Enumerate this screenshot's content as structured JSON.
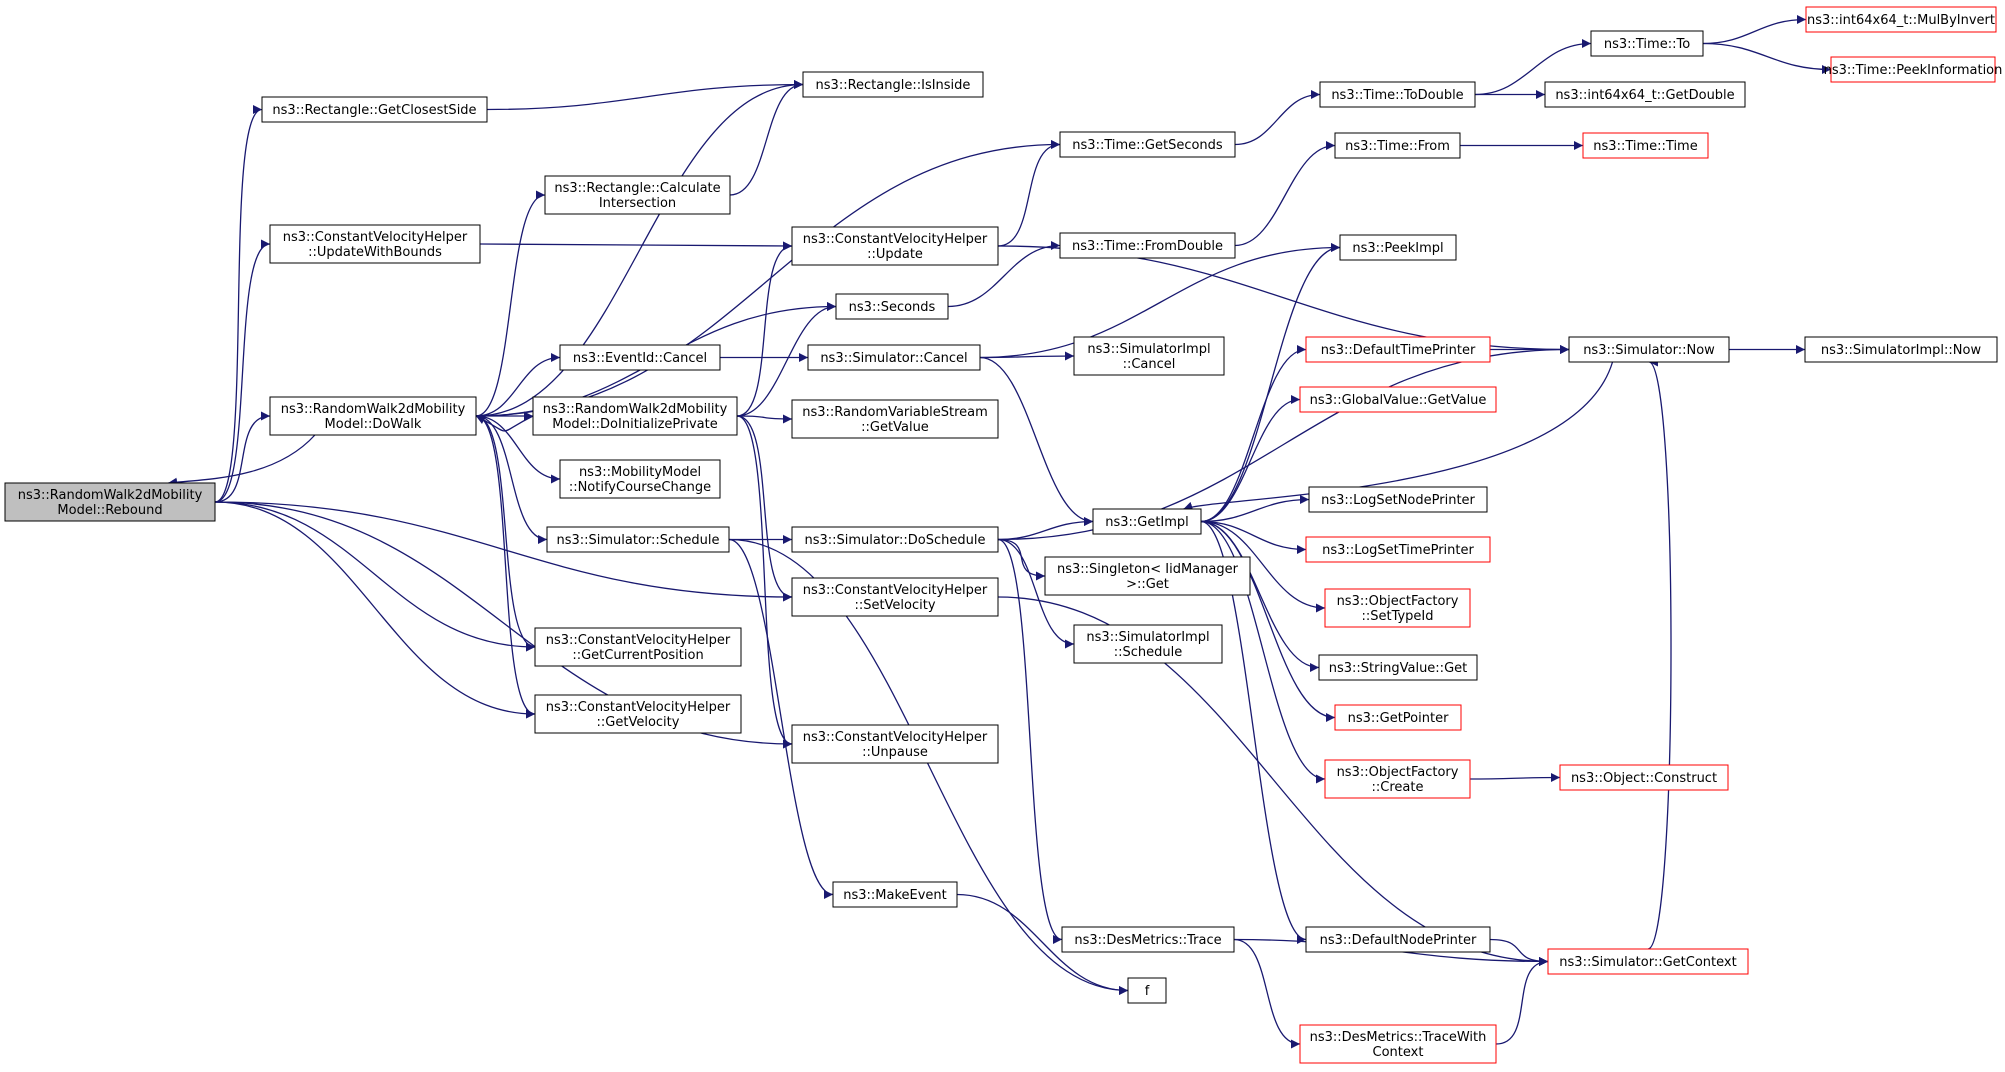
{
  "colors": {
    "edge": "#191970",
    "node_border": "#000000",
    "node_border_truncated": "#ff0000",
    "root_fill": "#bfbfbf",
    "node_fill": "#ffffff"
  },
  "nodes": [
    {
      "id": "n0",
      "lines": [
        "ns3::RandomWalk2dMobility",
        "Model::Rebound"
      ],
      "kind": "root"
    },
    {
      "id": "n1",
      "lines": [
        "ns3::Rectangle::GetClosestSide"
      ],
      "kind": "normal"
    },
    {
      "id": "n2",
      "lines": [
        "ns3::Rectangle::IsInside"
      ],
      "kind": "normal"
    },
    {
      "id": "n3",
      "lines": [
        "ns3::ConstantVelocityHelper",
        "::UpdateWithBounds"
      ],
      "kind": "normal"
    },
    {
      "id": "n4",
      "lines": [
        "ns3::ConstantVelocityHelper",
        "::Update"
      ],
      "kind": "normal"
    },
    {
      "id": "n5",
      "lines": [
        "ns3::Time::GetSeconds"
      ],
      "kind": "normal"
    },
    {
      "id": "n6",
      "lines": [
        "ns3::Time::ToDouble"
      ],
      "kind": "normal"
    },
    {
      "id": "n7",
      "lines": [
        "ns3::Time::To"
      ],
      "kind": "normal"
    },
    {
      "id": "n8",
      "lines": [
        "ns3::int64x64_t::MulByInvert"
      ],
      "kind": "truncated"
    },
    {
      "id": "n9",
      "lines": [
        "ns3::Time::PeekInformation"
      ],
      "kind": "truncated"
    },
    {
      "id": "n10",
      "lines": [
        "ns3::int64x64_t::GetDouble"
      ],
      "kind": "normal"
    },
    {
      "id": "n11",
      "lines": [
        "ns3::Simulator::Now"
      ],
      "kind": "normal"
    },
    {
      "id": "n12",
      "lines": [
        "ns3::SimulatorImpl::Now"
      ],
      "kind": "normal"
    },
    {
      "id": "n13",
      "lines": [
        "ns3::GetImpl"
      ],
      "kind": "normal"
    },
    {
      "id": "n14",
      "lines": [
        "ns3::DefaultTimePrinter"
      ],
      "kind": "truncated"
    },
    {
      "id": "n15",
      "lines": [
        "ns3::GlobalValue::GetValue"
      ],
      "kind": "truncated"
    },
    {
      "id": "n16",
      "lines": [
        "ns3::LogSetNodePrinter"
      ],
      "kind": "normal"
    },
    {
      "id": "n17",
      "lines": [
        "ns3::LogSetTimePrinter"
      ],
      "kind": "truncated"
    },
    {
      "id": "n18",
      "lines": [
        "ns3::ObjectFactory",
        "::SetTypeId"
      ],
      "kind": "truncated"
    },
    {
      "id": "n19",
      "lines": [
        "ns3::StringValue::Get"
      ],
      "kind": "normal"
    },
    {
      "id": "n20",
      "lines": [
        "ns3::GetPointer"
      ],
      "kind": "truncated"
    },
    {
      "id": "n21",
      "lines": [
        "ns3::ObjectFactory",
        "::Create"
      ],
      "kind": "truncated"
    },
    {
      "id": "n22",
      "lines": [
        "ns3::Object::Construct"
      ],
      "kind": "truncated"
    },
    {
      "id": "n23",
      "lines": [
        "ns3::DefaultNodePrinter"
      ],
      "kind": "normal"
    },
    {
      "id": "n24",
      "lines": [
        "ns3::PeekImpl"
      ],
      "kind": "normal"
    },
    {
      "id": "n25",
      "lines": [
        "ns3::RandomWalk2dMobility",
        "Model::DoWalk"
      ],
      "kind": "normal"
    },
    {
      "id": "n26",
      "lines": [
        "ns3::Rectangle::Calculate",
        "Intersection"
      ],
      "kind": "normal"
    },
    {
      "id": "n27",
      "lines": [
        "ns3::Seconds"
      ],
      "kind": "normal"
    },
    {
      "id": "n28",
      "lines": [
        "ns3::Time::FromDouble"
      ],
      "kind": "normal"
    },
    {
      "id": "n29",
      "lines": [
        "ns3::Time::From"
      ],
      "kind": "normal"
    },
    {
      "id": "n30",
      "lines": [
        "ns3::Time::Time"
      ],
      "kind": "truncated"
    },
    {
      "id": "n31",
      "lines": [
        "ns3::EventId::Cancel"
      ],
      "kind": "normal"
    },
    {
      "id": "n32",
      "lines": [
        "ns3::Simulator::Cancel"
      ],
      "kind": "normal"
    },
    {
      "id": "n33",
      "lines": [
        "ns3::SimulatorImpl",
        "::Cancel"
      ],
      "kind": "normal"
    },
    {
      "id": "n34",
      "lines": [
        "ns3::RandomWalk2dMobility",
        "Model::DoInitializePrivate"
      ],
      "kind": "normal"
    },
    {
      "id": "n35",
      "lines": [
        "ns3::RandomVariableStream",
        "::GetValue"
      ],
      "kind": "normal"
    },
    {
      "id": "n36",
      "lines": [
        "ns3::MobilityModel",
        "::NotifyCourseChange"
      ],
      "kind": "normal"
    },
    {
      "id": "n37",
      "lines": [
        "ns3::Simulator::Schedule"
      ],
      "kind": "normal"
    },
    {
      "id": "n38",
      "lines": [
        "ns3::Simulator::DoSchedule"
      ],
      "kind": "normal"
    },
    {
      "id": "n39",
      "lines": [
        "ns3::Singleton< IidManager",
        " >::Get"
      ],
      "kind": "normal"
    },
    {
      "id": "n40",
      "lines": [
        "ns3::SimulatorImpl",
        "::Schedule"
      ],
      "kind": "normal"
    },
    {
      "id": "n41",
      "lines": [
        "ns3::ConstantVelocityHelper",
        "::SetVelocity"
      ],
      "kind": "normal"
    },
    {
      "id": "n42",
      "lines": [
        "ns3::ConstantVelocityHelper",
        "::GetCurrentPosition"
      ],
      "kind": "normal"
    },
    {
      "id": "n43",
      "lines": [
        "ns3::ConstantVelocityHelper",
        "::GetVelocity"
      ],
      "kind": "normal"
    },
    {
      "id": "n44",
      "lines": [
        "ns3::ConstantVelocityHelper",
        "::Unpause"
      ],
      "kind": "normal"
    },
    {
      "id": "n45",
      "lines": [
        "ns3::MakeEvent"
      ],
      "kind": "normal"
    },
    {
      "id": "n46",
      "lines": [
        "ns3::DesMetrics::Trace"
      ],
      "kind": "normal"
    },
    {
      "id": "n47",
      "lines": [
        "f"
      ],
      "kind": "normal"
    },
    {
      "id": "n48",
      "lines": [
        "ns3::Simulator::GetContext"
      ],
      "kind": "truncated"
    },
    {
      "id": "n49",
      "lines": [
        "ns3::DesMetrics::TraceWith",
        "Context"
      ],
      "kind": "truncated"
    }
  ],
  "edges": [
    [
      "n0",
      "n1"
    ],
    [
      "n0",
      "n3"
    ],
    [
      "n0",
      "n25"
    ],
    [
      "n0",
      "n41"
    ],
    [
      "n0",
      "n42"
    ],
    [
      "n0",
      "n43"
    ],
    [
      "n0",
      "n44"
    ],
    [
      "n1",
      "n2"
    ],
    [
      "n3",
      "n4"
    ],
    [
      "n4",
      "n5"
    ],
    [
      "n4",
      "n11"
    ],
    [
      "n5",
      "n6"
    ],
    [
      "n6",
      "n7"
    ],
    [
      "n6",
      "n10"
    ],
    [
      "n7",
      "n8"
    ],
    [
      "n7",
      "n9"
    ],
    [
      "n11",
      "n12"
    ],
    [
      "n11",
      "n13"
    ],
    [
      "n13",
      "n14"
    ],
    [
      "n13",
      "n15"
    ],
    [
      "n13",
      "n16"
    ],
    [
      "n13",
      "n17"
    ],
    [
      "n13",
      "n18"
    ],
    [
      "n13",
      "n19"
    ],
    [
      "n13",
      "n20"
    ],
    [
      "n13",
      "n21"
    ],
    [
      "n13",
      "n23"
    ],
    [
      "n13",
      "n24"
    ],
    [
      "n14",
      "n11"
    ],
    [
      "n21",
      "n22"
    ],
    [
      "n23",
      "n48"
    ],
    [
      "n25",
      "n0"
    ],
    [
      "n25",
      "n2"
    ],
    [
      "n25",
      "n5"
    ],
    [
      "n25",
      "n26"
    ],
    [
      "n25",
      "n27"
    ],
    [
      "n25",
      "n31"
    ],
    [
      "n25",
      "n34"
    ],
    [
      "n25",
      "n36"
    ],
    [
      "n25",
      "n37"
    ],
    [
      "n25",
      "n42"
    ],
    [
      "n25",
      "n43"
    ],
    [
      "n26",
      "n2"
    ],
    [
      "n27",
      "n28"
    ],
    [
      "n28",
      "n29"
    ],
    [
      "n29",
      "n30"
    ],
    [
      "n31",
      "n32"
    ],
    [
      "n32",
      "n33"
    ],
    [
      "n32",
      "n13"
    ],
    [
      "n32",
      "n24"
    ],
    [
      "n34",
      "n25"
    ],
    [
      "n34",
      "n4"
    ],
    [
      "n34",
      "n27"
    ],
    [
      "n34",
      "n35"
    ],
    [
      "n34",
      "n41"
    ],
    [
      "n34",
      "n44"
    ],
    [
      "n37",
      "n38"
    ],
    [
      "n37",
      "n45"
    ],
    [
      "n37",
      "n47"
    ],
    [
      "n38",
      "n13"
    ],
    [
      "n38",
      "n11"
    ],
    [
      "n38",
      "n39"
    ],
    [
      "n38",
      "n40"
    ],
    [
      "n38",
      "n46"
    ],
    [
      "n41",
      "n48"
    ],
    [
      "n45",
      "n47"
    ],
    [
      "n46",
      "n48"
    ],
    [
      "n46",
      "n49"
    ],
    [
      "n48",
      "n11"
    ],
    [
      "n49",
      "n48"
    ]
  ]
}
